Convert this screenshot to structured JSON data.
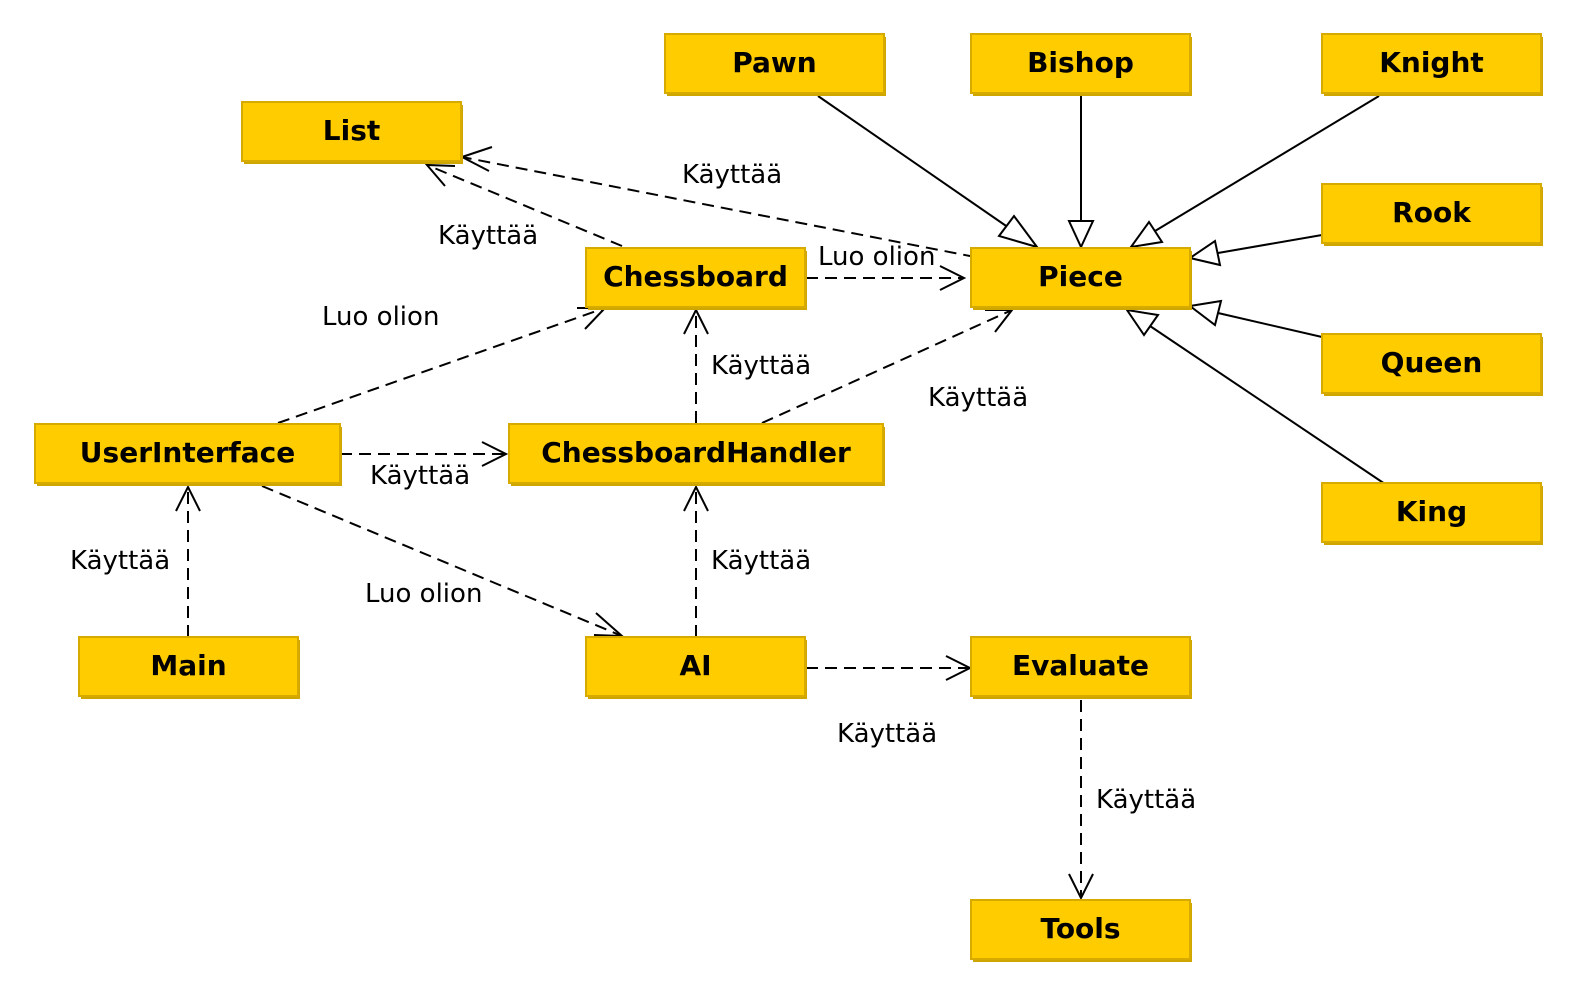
{
  "classes": {
    "pawn": "Pawn",
    "bishop": "Bishop",
    "knight": "Knight",
    "list": "List",
    "rook": "Rook",
    "chessboard": "Chessboard",
    "piece": "Piece",
    "queen": "Queen",
    "userinterface": "UserInterface",
    "chessboardhandler": "ChessboardHandler",
    "king": "King",
    "main": "Main",
    "ai": "AI",
    "evaluate": "Evaluate",
    "tools": "Tools"
  },
  "relations": {
    "piece_list": "Käyttää",
    "chessboard_list": "Käyttää",
    "chessboard_piece": "Luo olion",
    "ui_chessboard": "Luo olion",
    "handler_chessboard": "Käyttää",
    "handler_piece": "Käyttää",
    "ui_handler": "Käyttää",
    "main_ui": "Käyttää",
    "ui_ai": "Luo olion",
    "ai_handler": "Käyttää",
    "ai_evaluate": "Käyttää",
    "evaluate_tools": "Käyttää"
  }
}
